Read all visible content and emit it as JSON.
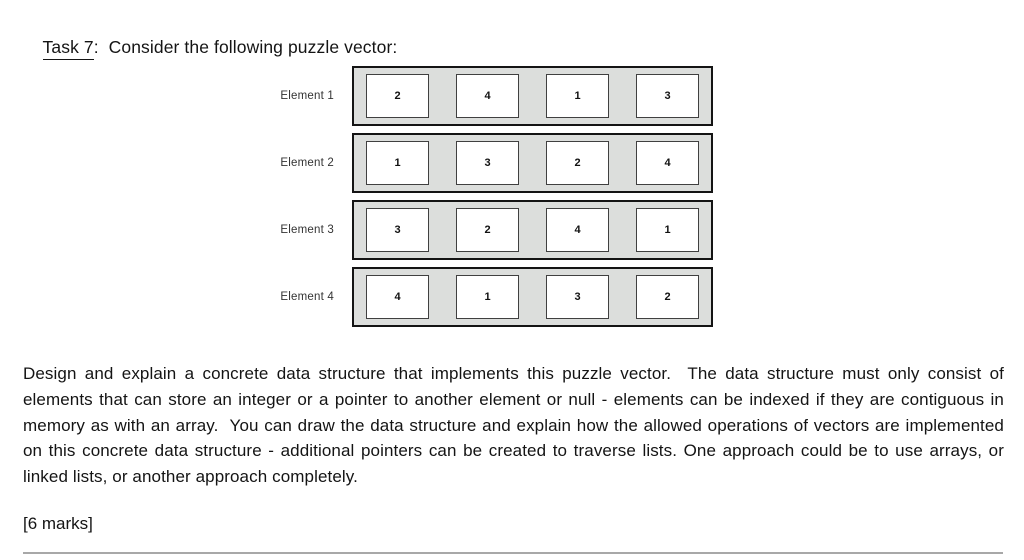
{
  "title": {
    "task": "Task 7",
    "rest": ":  Consider the following puzzle vector:"
  },
  "diagram": {
    "rows": [
      {
        "label": "Element 1",
        "values": [
          "2",
          "4",
          "1",
          "3"
        ]
      },
      {
        "label": "Element 2",
        "values": [
          "1",
          "3",
          "2",
          "4"
        ]
      },
      {
        "label": "Element 3",
        "values": [
          "3",
          "2",
          "4",
          "1"
        ]
      },
      {
        "label": "Element 4",
        "values": [
          "4",
          "1",
          "3",
          "2"
        ]
      }
    ],
    "colors": {
      "container_fill": "#dcdedc",
      "container_border": "#141414",
      "cell_fill": "#ffffff",
      "cell_border": "#404040"
    }
  },
  "body": {
    "paragraph": "Design and explain a concrete data structure that implements this puzzle vector.  The data structure must only consist of elements that can store an integer or a pointer to another element or null - elements can be indexed if they are contiguous in memory as with an array.  You can draw the data structure and explain how the allowed operations of vectors are implemented on this concrete data structure - additional pointers can be created to traverse lists. One approach could be to use arrays, or linked lists, or another approach completely.",
    "marks": "[6 marks]"
  }
}
